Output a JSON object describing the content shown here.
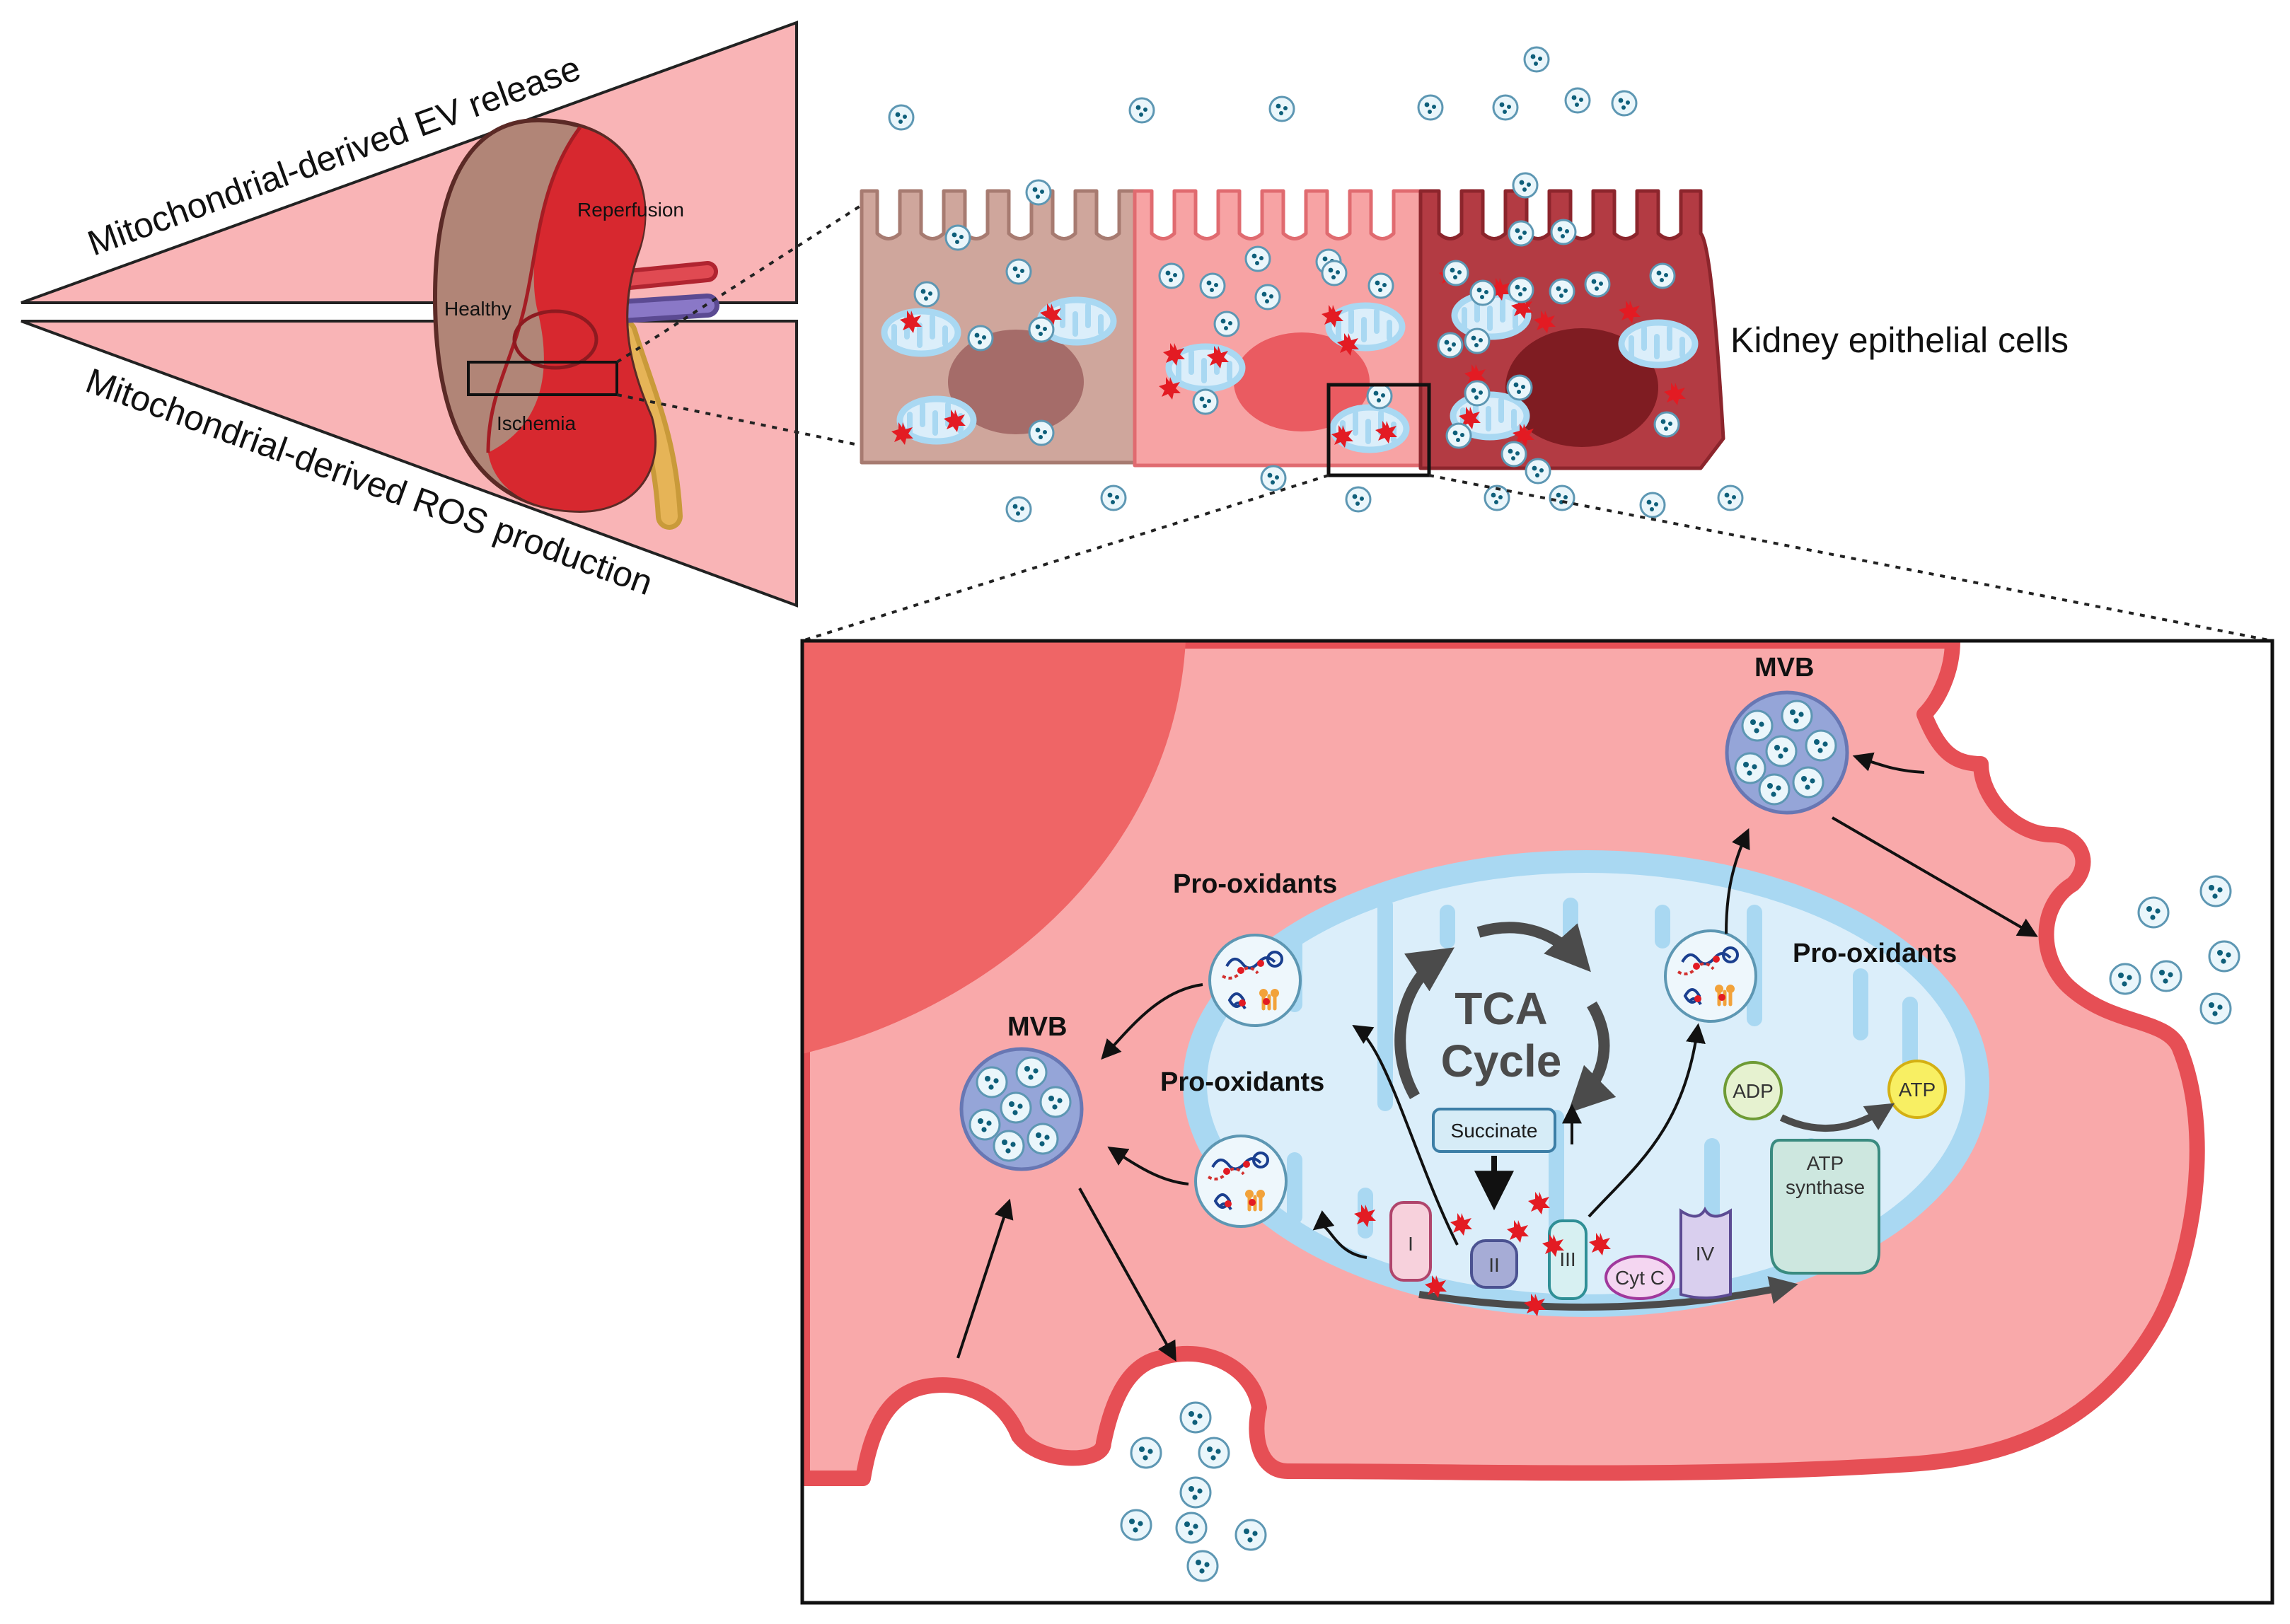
{
  "top_panel": {
    "wedge_upper_label": "Mitochondrial-derived EV release",
    "wedge_lower_label": "Mitochondrial-derived ROS production",
    "kidney_labels": {
      "reperfusion": "Reperfusion",
      "healthy": "Healthy",
      "ischemia": "Ischemia"
    },
    "cells_label": "Kidney epithelial cells"
  },
  "detail_panel": {
    "mvb_top_label": "MVB",
    "mvb_left_label": "MVB",
    "pro_oxidants_labels": [
      "Pro-oxidants",
      "Pro-oxidants",
      "Pro-oxidants"
    ],
    "tca_line1": "TCA",
    "tca_line2": "Cycle",
    "succinate": "Succinate",
    "complexes": [
      "I",
      "II",
      "III",
      "IV"
    ],
    "cyt_c": "Cyt C",
    "adp": "ADP",
    "atp": "ATP",
    "atp_synthase_line1": "ATP",
    "atp_synthase_line2": "synthase"
  },
  "colors": {
    "wedge_fill": "#f9b4b6",
    "cell_healthy": "#cfa69c",
    "cell_injured": "#f7a3a4",
    "cell_damaged": "#b33b43",
    "cytoplasm": "#f9a9aa",
    "membrane": "#e64f55",
    "mito_outer": "#a9d8f2",
    "mito_inner": "#dbeefa",
    "ros_star": "#e31b23"
  }
}
